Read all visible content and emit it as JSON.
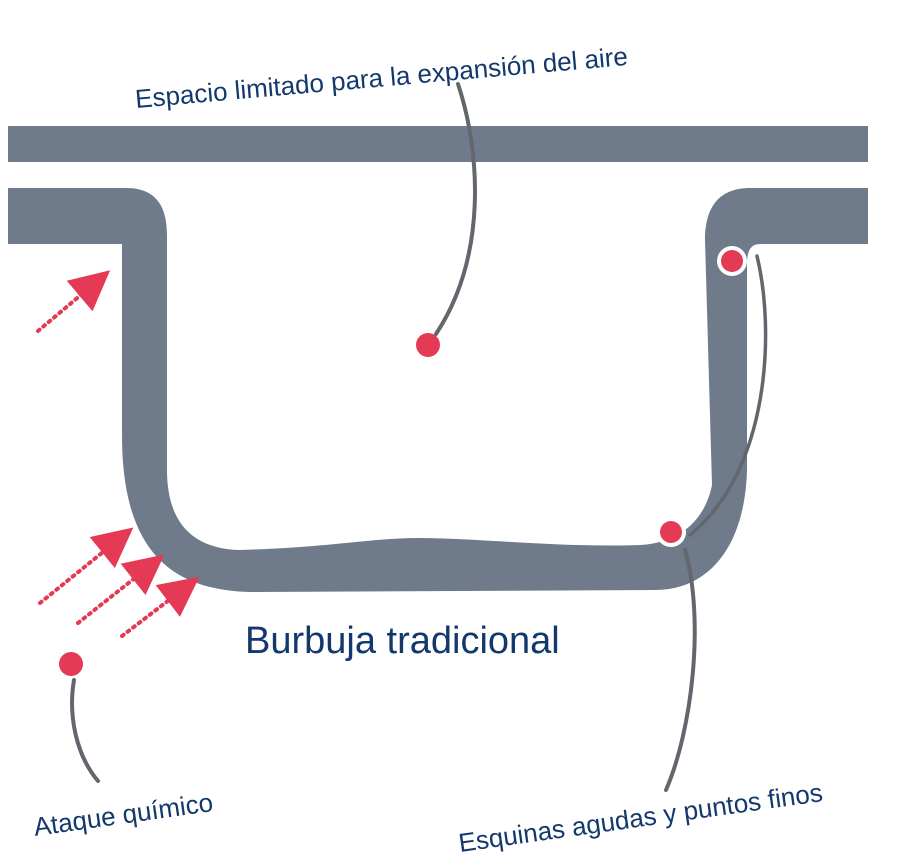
{
  "diagram": {
    "title": "Burbuja tradicional",
    "labels": {
      "air_space": "Espacio limitado para la expansión del aire",
      "chemical_attack": "Ataque químico",
      "sharp_corners": "Esquinas agudas y puntos finos"
    },
    "colors": {
      "film": "#6f7a8a",
      "leader_line": "#63666d",
      "marker": "#e43a55",
      "arrow": "#e43a55",
      "text": "#13386b"
    }
  }
}
